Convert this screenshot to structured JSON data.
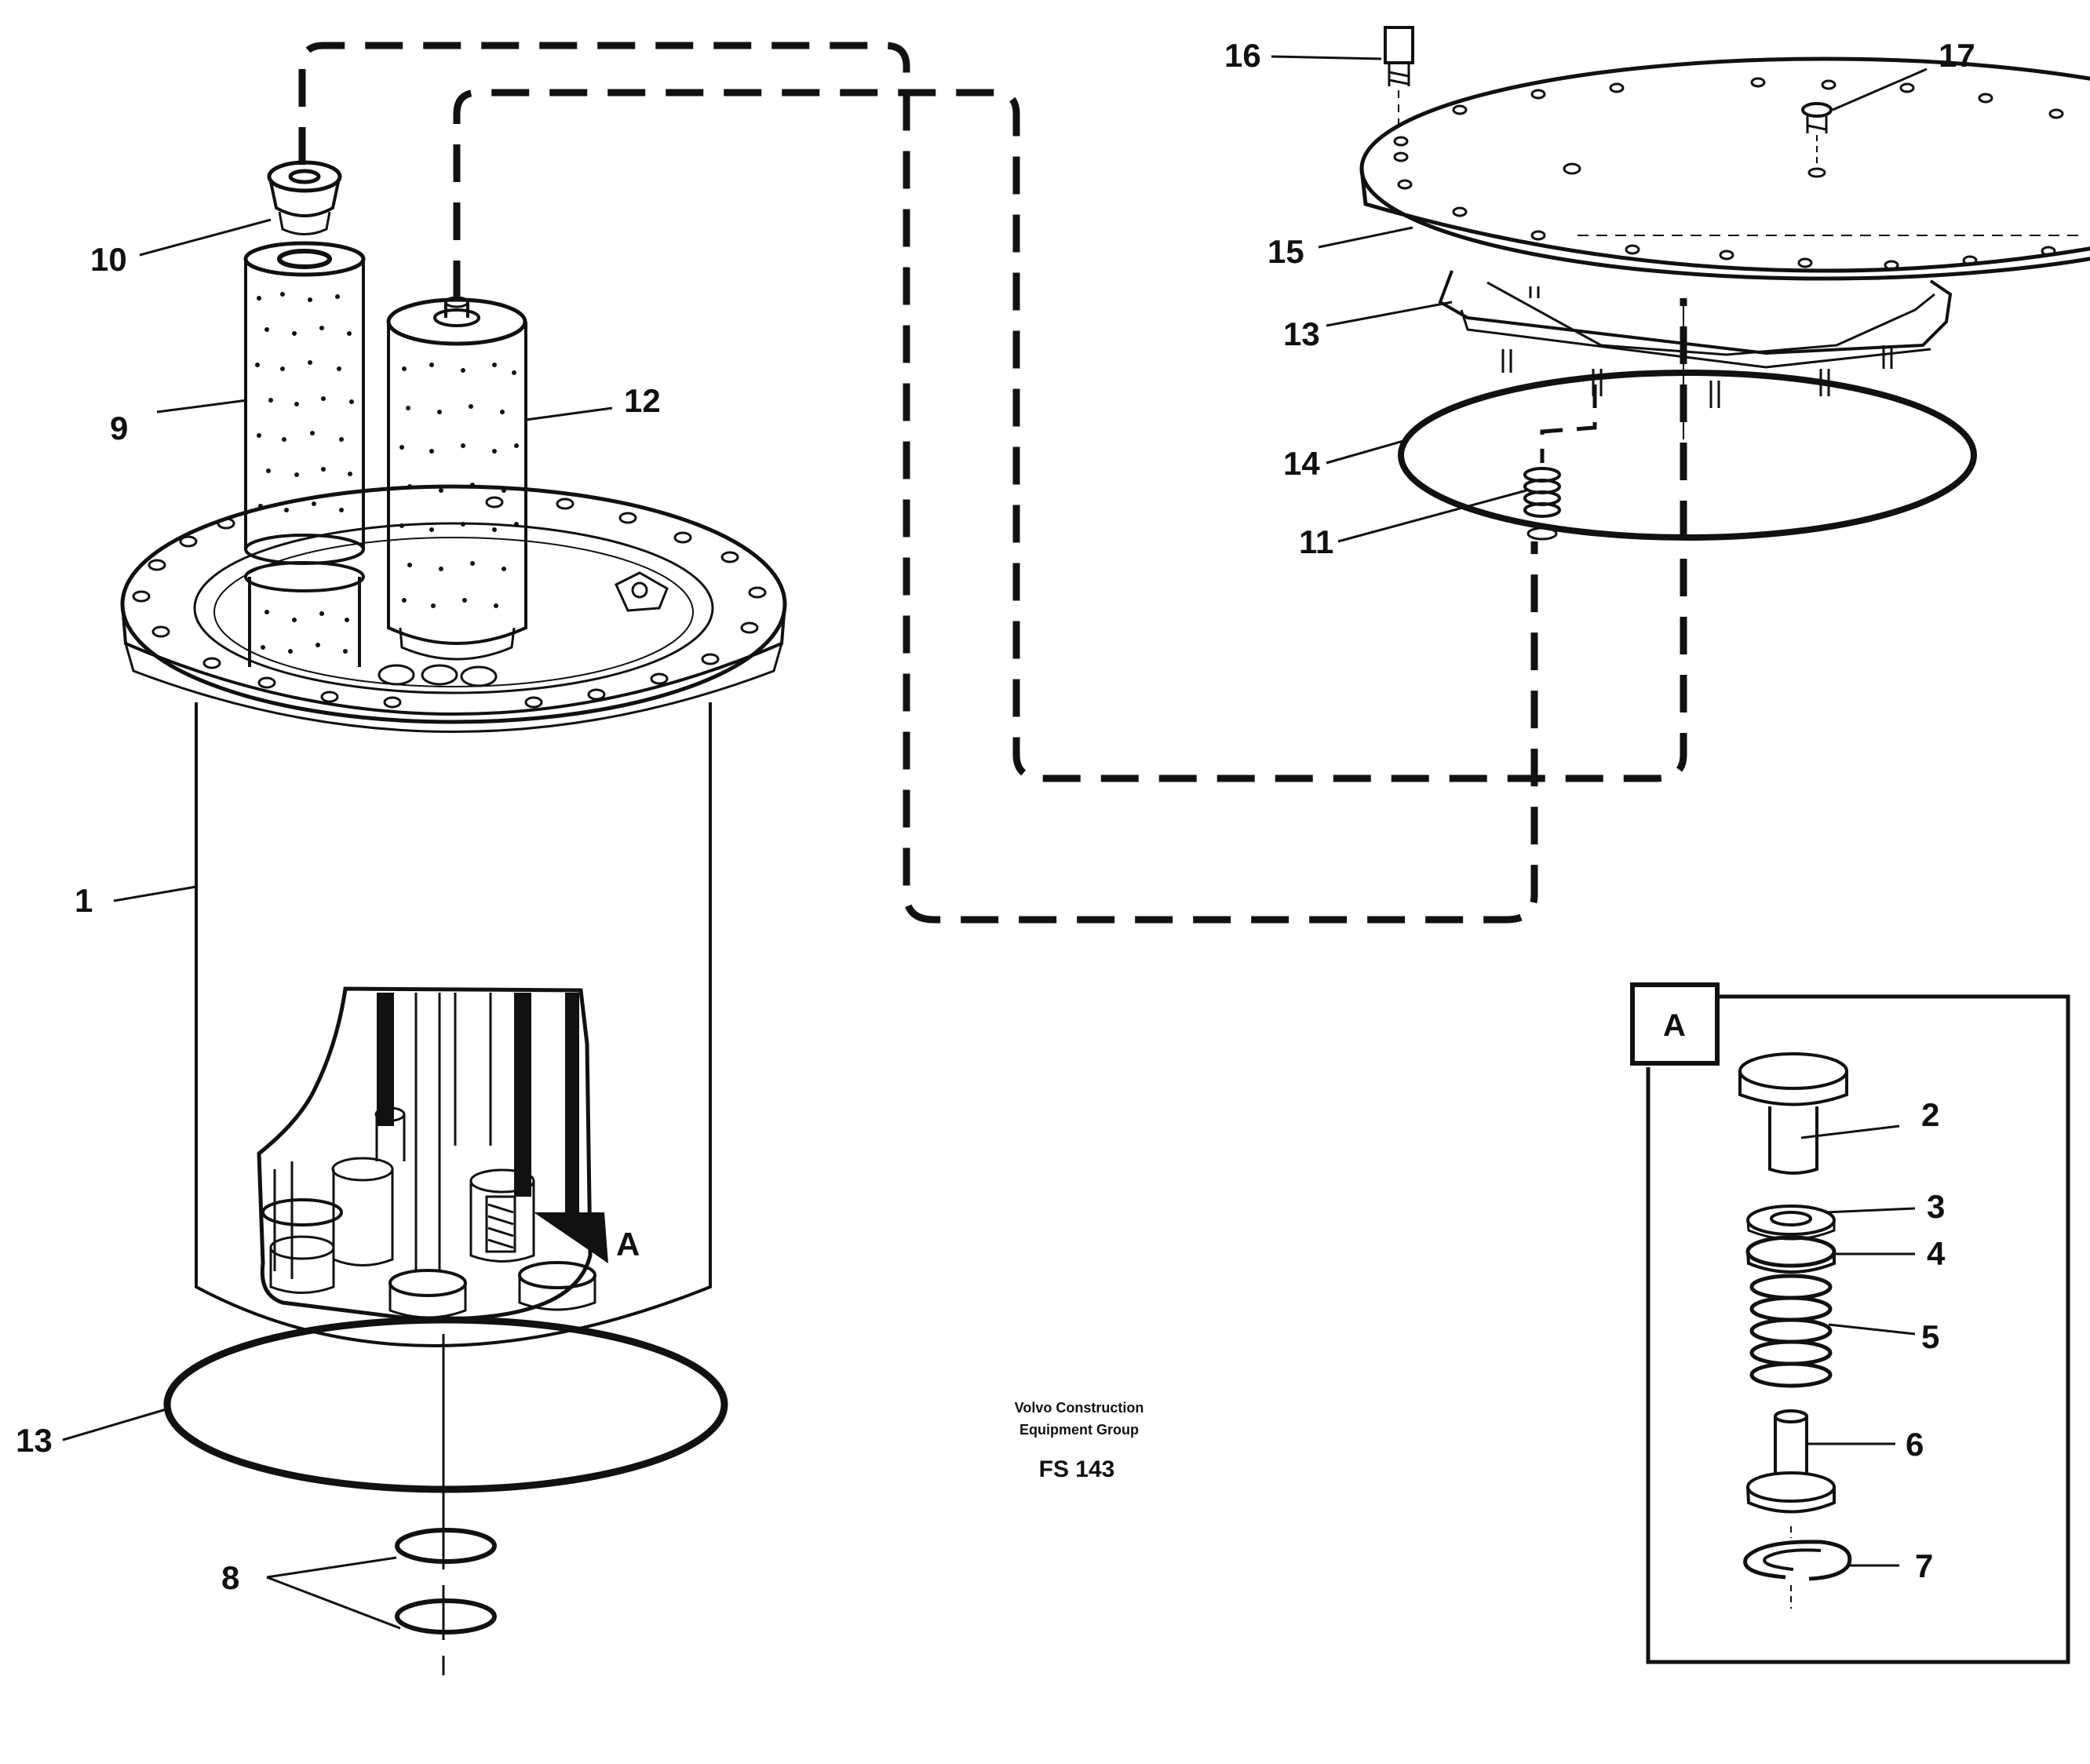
{
  "drawing": {
    "credit_line1": "Volvo Construction",
    "credit_line2": "Equipment Group",
    "code": "FS 143"
  },
  "detail": {
    "marker": "A",
    "box_label": "A"
  },
  "callouts": [
    {
      "id": "1",
      "text": "1"
    },
    {
      "id": "2",
      "text": "2"
    },
    {
      "id": "3",
      "text": "3"
    },
    {
      "id": "4",
      "text": "4"
    },
    {
      "id": "5",
      "text": "5"
    },
    {
      "id": "6",
      "text": "6"
    },
    {
      "id": "7",
      "text": "7"
    },
    {
      "id": "8",
      "text": "8"
    },
    {
      "id": "9",
      "text": "9"
    },
    {
      "id": "10",
      "text": "10"
    },
    {
      "id": "11",
      "text": "11"
    },
    {
      "id": "12",
      "text": "12"
    },
    {
      "id": "13a",
      "text": "13"
    },
    {
      "id": "13b",
      "text": "13"
    },
    {
      "id": "14",
      "text": "14"
    },
    {
      "id": "15",
      "text": "15"
    },
    {
      "id": "16",
      "text": "16"
    },
    {
      "id": "17",
      "text": "17"
    }
  ]
}
